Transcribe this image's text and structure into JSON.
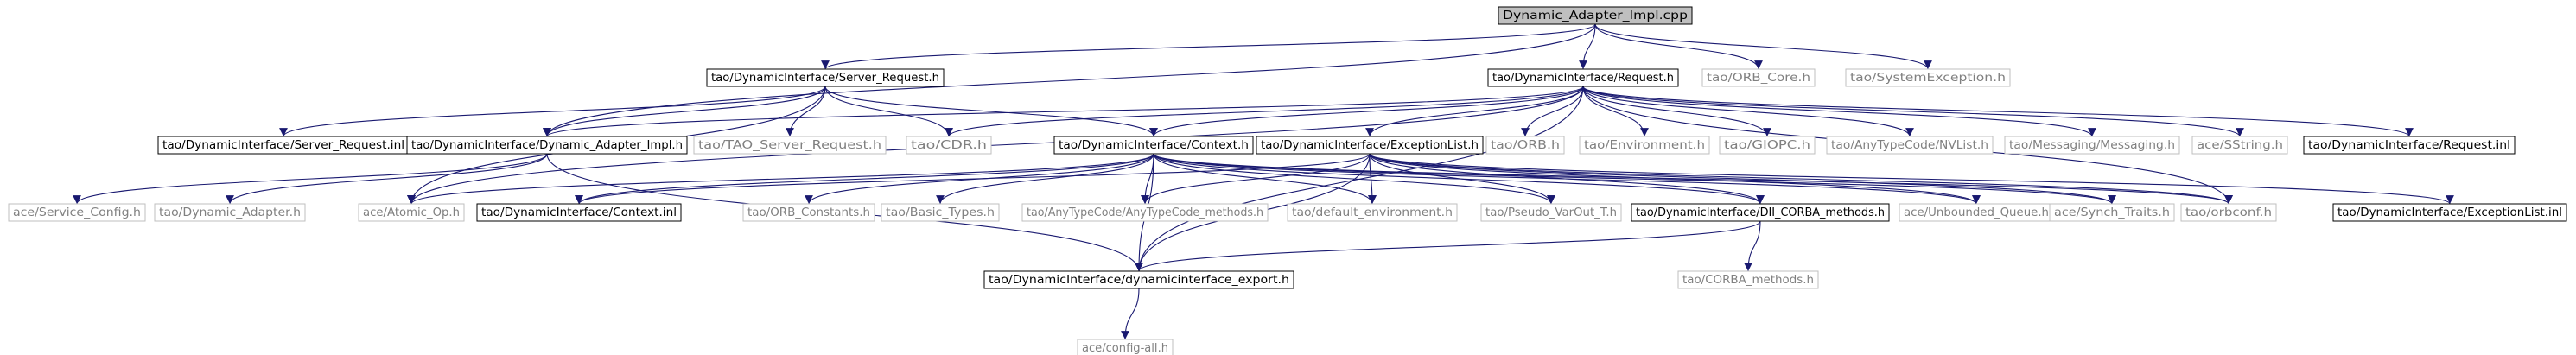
{
  "colors": {
    "edge": "#191970",
    "root_fill": "#bfbfbf",
    "root_stroke": "#000000",
    "doc_stroke": "#000000",
    "ext_stroke": "#bfbfbf",
    "doc_text": "#000000",
    "ext_text": "#808080",
    "background": "#ffffff"
  },
  "nodes": [
    {
      "id": "root",
      "label": "Dynamic_Adapter_Impl.cpp",
      "kind": "root"
    },
    {
      "id": "srvreq_h",
      "label": "tao/DynamicInterface/Server_Request.h",
      "kind": "doc"
    },
    {
      "id": "req_h",
      "label": "tao/DynamicInterface/Request.h",
      "kind": "doc"
    },
    {
      "id": "orbcore",
      "label": "tao/ORB_Core.h",
      "kind": "ext"
    },
    {
      "id": "sysexc",
      "label": "tao/SystemException.h",
      "kind": "ext"
    },
    {
      "id": "srvreq_inl",
      "label": "tao/DynamicInterface/Server_Request.inl",
      "kind": "doc"
    },
    {
      "id": "dai_h",
      "label": "tao/DynamicInterface/Dynamic_Adapter_Impl.h",
      "kind": "doc"
    },
    {
      "id": "taosrv",
      "label": "tao/TAO_Server_Request.h",
      "kind": "ext"
    },
    {
      "id": "cdr",
      "label": "tao/CDR.h",
      "kind": "ext"
    },
    {
      "id": "ctx_h",
      "label": "tao/DynamicInterface/Context.h",
      "kind": "doc"
    },
    {
      "id": "exl_h",
      "label": "tao/DynamicInterface/ExceptionList.h",
      "kind": "doc"
    },
    {
      "id": "orb",
      "label": "tao/ORB.h",
      "kind": "ext"
    },
    {
      "id": "env",
      "label": "tao/Environment.h",
      "kind": "ext"
    },
    {
      "id": "giopc",
      "label": "tao/GIOPC.h",
      "kind": "ext"
    },
    {
      "id": "nvlist",
      "label": "tao/AnyTypeCode/NVList.h",
      "kind": "ext"
    },
    {
      "id": "msg",
      "label": "tao/Messaging/Messaging.h",
      "kind": "ext"
    },
    {
      "id": "sstr",
      "label": "ace/SString.h",
      "kind": "ext"
    },
    {
      "id": "req_inl",
      "label": "tao/DynamicInterface/Request.inl",
      "kind": "doc"
    },
    {
      "id": "svccfg",
      "label": "ace/Service_Config.h",
      "kind": "ext"
    },
    {
      "id": "dynad",
      "label": "tao/Dynamic_Adapter.h",
      "kind": "ext"
    },
    {
      "id": "atomic",
      "label": "ace/Atomic_Op.h",
      "kind": "ext"
    },
    {
      "id": "ctx_inl",
      "label": "tao/DynamicInterface/Context.inl",
      "kind": "doc"
    },
    {
      "id": "orbconst",
      "label": "tao/ORB_Constants.h",
      "kind": "ext"
    },
    {
      "id": "basic",
      "label": "tao/Basic_Types.h",
      "kind": "ext"
    },
    {
      "id": "atcm",
      "label": "tao/AnyTypeCode/AnyTypeCode_methods.h",
      "kind": "ext"
    },
    {
      "id": "defenv",
      "label": "tao/default_environment.h",
      "kind": "ext"
    },
    {
      "id": "pvar",
      "label": "tao/Pseudo_VarOut_T.h",
      "kind": "ext"
    },
    {
      "id": "dii",
      "label": "tao/DynamicInterface/DII_CORBA_methods.h",
      "kind": "doc"
    },
    {
      "id": "unbq",
      "label": "ace/Unbounded_Queue.h",
      "kind": "ext"
    },
    {
      "id": "synch",
      "label": "ace/Synch_Traits.h",
      "kind": "ext"
    },
    {
      "id": "orbconf",
      "label": "tao/orbconf.h",
      "kind": "ext"
    },
    {
      "id": "exl_inl",
      "label": "tao/DynamicInterface/ExceptionList.inl",
      "kind": "doc"
    },
    {
      "id": "dexp",
      "label": "tao/DynamicInterface/dynamicinterface_export.h",
      "kind": "doc"
    },
    {
      "id": "corbam",
      "label": "tao/CORBA_methods.h",
      "kind": "ext"
    },
    {
      "id": "cfgall",
      "label": "ace/config-all.h",
      "kind": "ext"
    }
  ],
  "edges": [
    [
      "root",
      "srvreq_h"
    ],
    [
      "root",
      "req_h"
    ],
    [
      "root",
      "orbcore"
    ],
    [
      "root",
      "sysexc"
    ],
    [
      "root",
      "dai_h"
    ],
    [
      "srvreq_h",
      "srvreq_inl"
    ],
    [
      "srvreq_h",
      "dai_h"
    ],
    [
      "srvreq_h",
      "taosrv"
    ],
    [
      "srvreq_h",
      "cdr"
    ],
    [
      "srvreq_h",
      "ctx_h"
    ],
    [
      "srvreq_h",
      "atomic"
    ],
    [
      "req_h",
      "dai_h"
    ],
    [
      "req_h",
      "cdr"
    ],
    [
      "req_h",
      "ctx_h"
    ],
    [
      "req_h",
      "exl_h"
    ],
    [
      "req_h",
      "orb"
    ],
    [
      "req_h",
      "env"
    ],
    [
      "req_h",
      "giopc"
    ],
    [
      "req_h",
      "nvlist"
    ],
    [
      "req_h",
      "msg"
    ],
    [
      "req_h",
      "sstr"
    ],
    [
      "req_h",
      "req_inl"
    ],
    [
      "req_h",
      "orbconf"
    ],
    [
      "req_h",
      "atomic"
    ],
    [
      "req_h",
      "dexp"
    ],
    [
      "dai_h",
      "svccfg"
    ],
    [
      "dai_h",
      "dynad"
    ],
    [
      "dai_h",
      "dexp"
    ],
    [
      "ctx_h",
      "atomic"
    ],
    [
      "ctx_h",
      "ctx_inl"
    ],
    [
      "ctx_h",
      "orbconst"
    ],
    [
      "ctx_h",
      "basic"
    ],
    [
      "ctx_h",
      "atcm"
    ],
    [
      "ctx_h",
      "defenv"
    ],
    [
      "ctx_h",
      "pvar"
    ],
    [
      "ctx_h",
      "dii"
    ],
    [
      "ctx_h",
      "unbq"
    ],
    [
      "ctx_h",
      "synch"
    ],
    [
      "ctx_h",
      "orbconf"
    ],
    [
      "ctx_h",
      "dexp"
    ],
    [
      "exl_h",
      "ctx_inl"
    ],
    [
      "exl_h",
      "atcm"
    ],
    [
      "exl_h",
      "defenv"
    ],
    [
      "exl_h",
      "pvar"
    ],
    [
      "exl_h",
      "dii"
    ],
    [
      "exl_h",
      "unbq"
    ],
    [
      "exl_h",
      "synch"
    ],
    [
      "exl_h",
      "orbconf"
    ],
    [
      "exl_h",
      "exl_inl"
    ],
    [
      "exl_h",
      "dexp"
    ],
    [
      "dii",
      "dexp"
    ],
    [
      "dii",
      "corbam"
    ],
    [
      "dexp",
      "cfgall"
    ]
  ]
}
